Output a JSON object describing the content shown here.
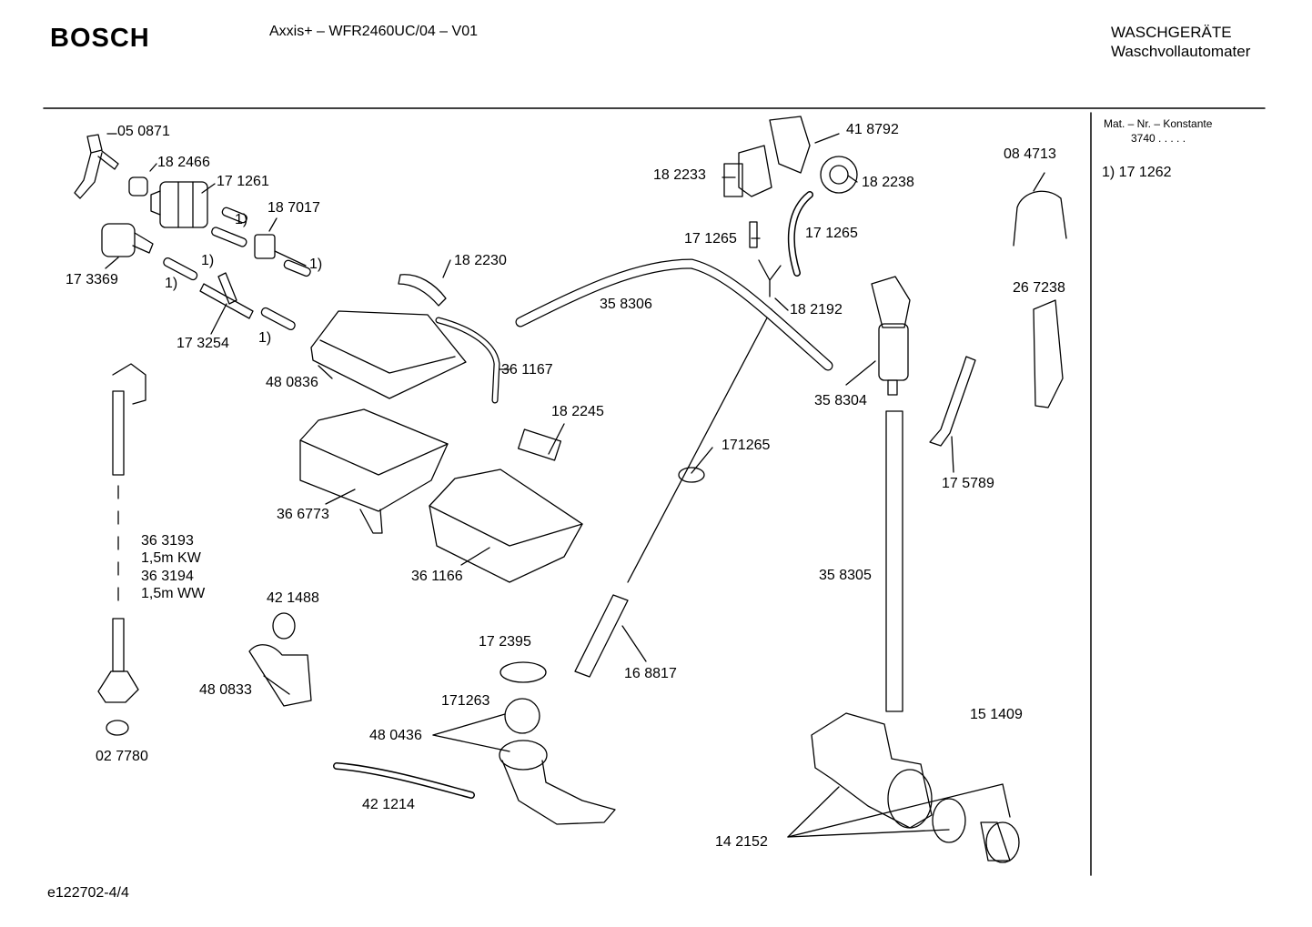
{
  "header": {
    "brand": "BOSCH",
    "model": "Axxis+ – WFR2460UC/04 – V01",
    "category_line1": "WASCHGERÄTE",
    "category_line2": "Waschvollautomater"
  },
  "sidebar": {
    "heading": "Mat. – Nr. – Konstante",
    "constant": "3740  .  .  .  .  .",
    "note": "1)  17 1262"
  },
  "parts": [
    {
      "id": "p050871",
      "label": "05 0871"
    },
    {
      "id": "p182466",
      "label": "18 2466"
    },
    {
      "id": "p171261",
      "label": "17 1261"
    },
    {
      "id": "p187017",
      "label": "18 7017"
    },
    {
      "id": "n1a",
      "label": "1)"
    },
    {
      "id": "n1b",
      "label": "1)"
    },
    {
      "id": "n1c",
      "label": "1)"
    },
    {
      "id": "n1d",
      "label": "1)"
    },
    {
      "id": "n1e",
      "label": "1)"
    },
    {
      "id": "p173369",
      "label": "17 3369"
    },
    {
      "id": "p173254",
      "label": "17 3254"
    },
    {
      "id": "p182230",
      "label": "18 2230"
    },
    {
      "id": "p480836",
      "label": "48 0836"
    },
    {
      "id": "p361167",
      "label": "36 1167"
    },
    {
      "id": "p182245",
      "label": "18 2245"
    },
    {
      "id": "p366773",
      "label": "36 6773"
    },
    {
      "id": "p361166",
      "label": "36 1166"
    },
    {
      "id": "p363193",
      "label": "36 3193"
    },
    {
      "id": "p15kw",
      "label": "1,5m KW"
    },
    {
      "id": "p363194",
      "label": "36 3194"
    },
    {
      "id": "p15ww",
      "label": "1,5m WW"
    },
    {
      "id": "p421488",
      "label": "42 1488"
    },
    {
      "id": "p480833",
      "label": "48 0833"
    },
    {
      "id": "p027780",
      "label": "02 7780"
    },
    {
      "id": "p172395",
      "label": "17 2395"
    },
    {
      "id": "p171263",
      "label": "171263"
    },
    {
      "id": "p480436",
      "label": "48 0436"
    },
    {
      "id": "p421214",
      "label": "42 1214"
    },
    {
      "id": "p168817",
      "label": "16 8817"
    },
    {
      "id": "p171265c",
      "label": "171265"
    },
    {
      "id": "p358306",
      "label": "35 8306"
    },
    {
      "id": "p418792",
      "label": "41 8792"
    },
    {
      "id": "p182233",
      "label": "18 2233"
    },
    {
      "id": "p182238",
      "label": "18 2238"
    },
    {
      "id": "p171265a",
      "label": "17 1265"
    },
    {
      "id": "p171265b",
      "label": "17 1265"
    },
    {
      "id": "p182192",
      "label": "18 2192"
    },
    {
      "id": "p358304",
      "label": "35 8304"
    },
    {
      "id": "p358305",
      "label": "35 8305"
    },
    {
      "id": "p084713",
      "label": "08 4713"
    },
    {
      "id": "p267238",
      "label": "26 7238"
    },
    {
      "id": "p175789",
      "label": "17 5789"
    },
    {
      "id": "p151409",
      "label": "15 1409"
    },
    {
      "id": "p142152",
      "label": "14 2152"
    }
  ],
  "footer": {
    "drawing_id": "e122702-4/4"
  }
}
